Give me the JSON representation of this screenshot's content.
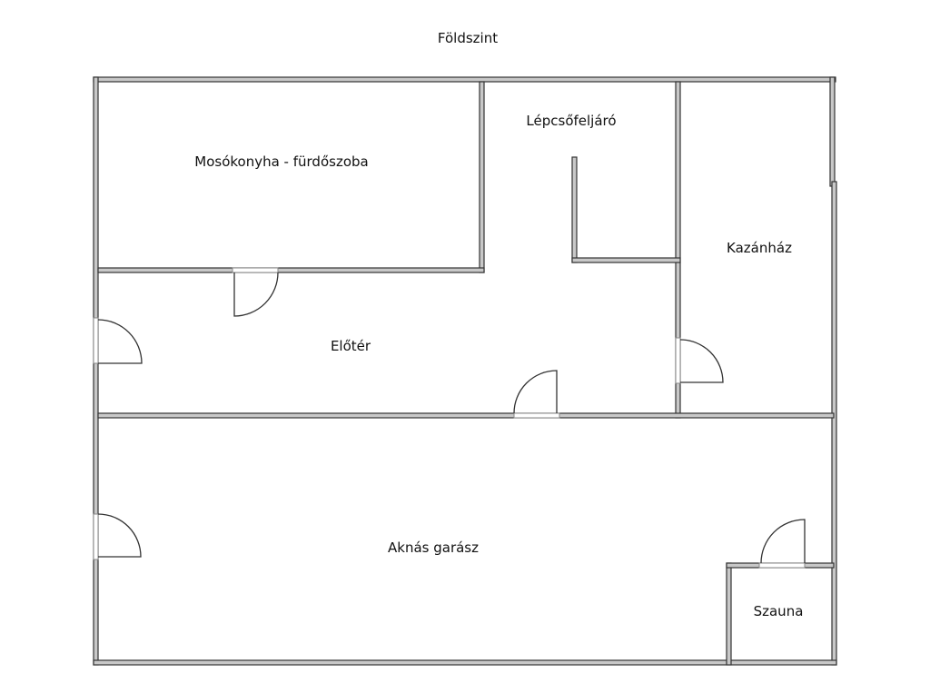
{
  "title": "Földszint",
  "rooms": {
    "laundry": "Mosókonyha - fürdőszoba",
    "stairs": "Lépcsőfeljáró",
    "boiler": "Kazánház",
    "hall": "Előtér",
    "garage": "Aknás garász",
    "sauna": "Szauna"
  }
}
